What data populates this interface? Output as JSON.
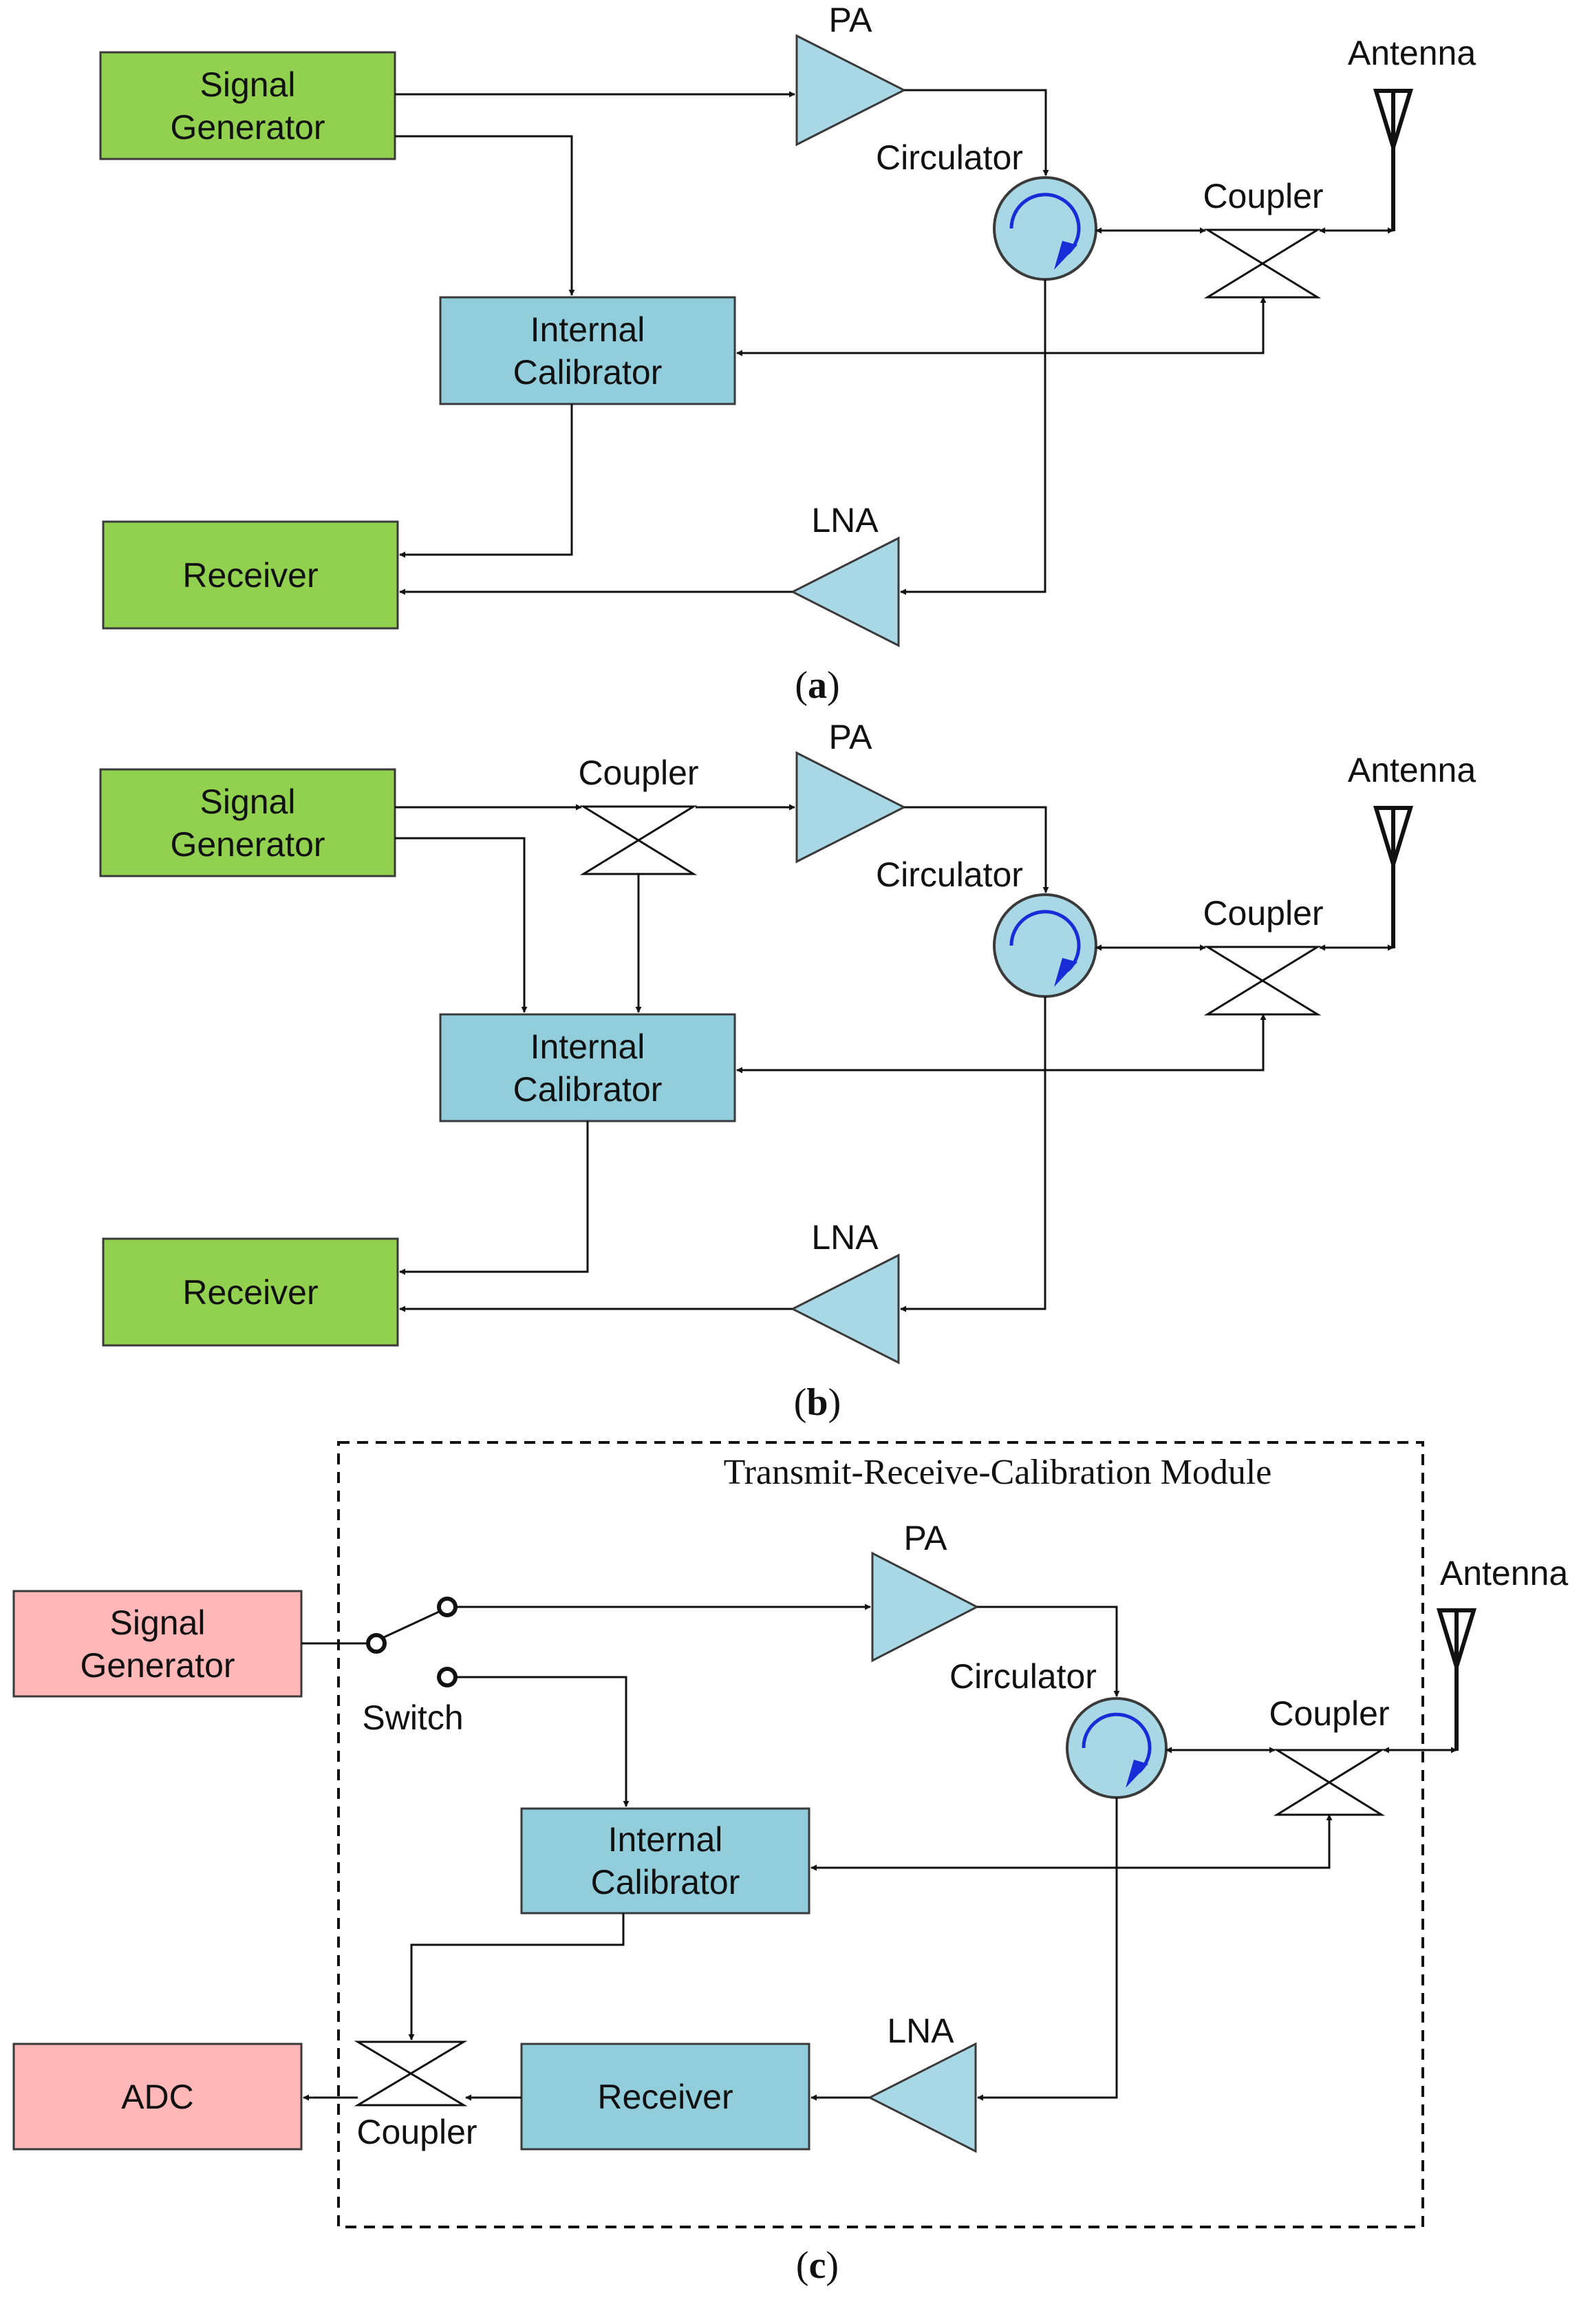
{
  "colors": {
    "green_block": "#92d050",
    "blue_block": "#92cddc",
    "pink_block": "#ffb7b7",
    "amp_fill": "#a8d8e6",
    "circulator_arrow": "#1a2bd8",
    "line": "#111111"
  },
  "labels": {
    "signal_generator": "Signal Generator",
    "internal_calibrator": "Internal Calibrator",
    "receiver": "Receiver",
    "pa": "PA",
    "lna": "LNA",
    "circulator": "Circulator",
    "coupler": "Coupler",
    "antenna": "Antenna",
    "switch": "Switch",
    "adc": "ADC",
    "module": "Transmit-Receive-Calibration Module"
  },
  "captions": {
    "a": "a",
    "b": "b",
    "c": "c"
  },
  "icons": [
    "antenna-icon",
    "circulator-icon",
    "coupler-icon",
    "amplifier-icon",
    "switch-icon"
  ]
}
